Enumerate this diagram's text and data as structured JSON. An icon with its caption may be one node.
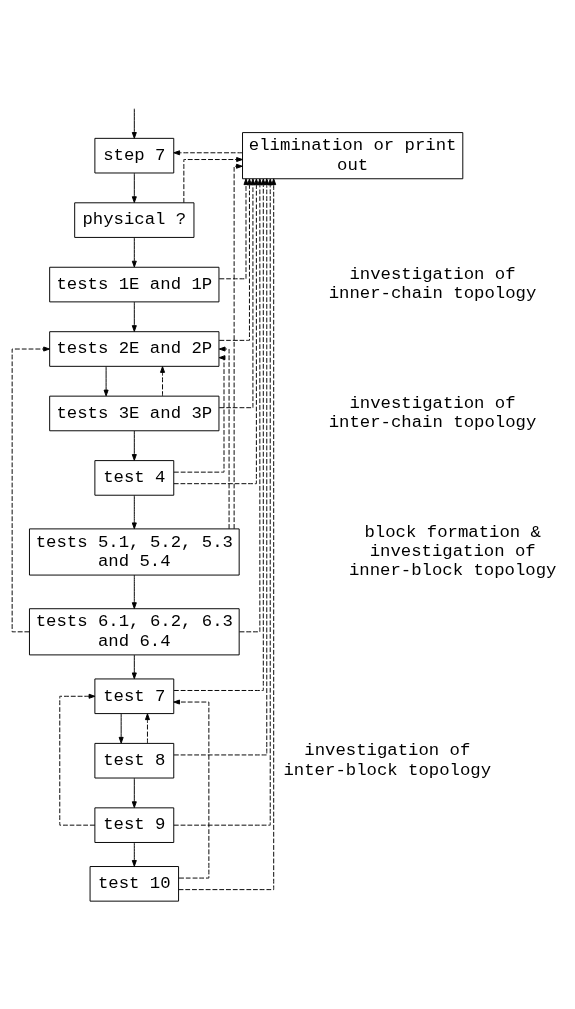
{
  "diagram": {
    "nodes": [
      {
        "text": [
          "step 7"
        ]
      },
      {
        "text": [
          "elimination or print out"
        ]
      },
      {
        "text": [
          "physical ?"
        ]
      },
      {
        "text": [
          "tests 1E and 1P"
        ]
      },
      {
        "text": [
          "tests 2E and 2P"
        ]
      },
      {
        "text": [
          "tests 3E and 3P"
        ]
      },
      {
        "text": [
          "test 4"
        ]
      },
      {
        "text": [
          "tests 5.1, 5.2, 5.3 and 5.4"
        ]
      },
      {
        "text": [
          "tests 6.1, 6.2, 6.3 and 6.4"
        ]
      },
      {
        "text": [
          "test 7"
        ]
      },
      {
        "text": [
          "test 8"
        ]
      },
      {
        "text": [
          "test 9"
        ]
      },
      {
        "text": [
          "test 10"
        ]
      }
    ],
    "edges": [
      {
        "from": null,
        "to": 0,
        "arrow": "to"
      },
      {
        "from": 0,
        "to": 2,
        "arrow": "to"
      },
      {
        "from": 2,
        "to": 3,
        "arrow": "to"
      },
      {
        "from": 3,
        "to": 4,
        "arrow": "to"
      },
      {
        "from": 4,
        "to": 5,
        "arrow": "to"
      },
      {
        "from": 5,
        "to": 6,
        "arrow": "to"
      },
      {
        "from": 6,
        "to": 7,
        "arrow": "to"
      },
      {
        "from": 7,
        "to": 8,
        "arrow": "to"
      },
      {
        "from": 8,
        "to": 9,
        "arrow": "to"
      },
      {
        "from": 9,
        "to": 10,
        "arrow": "to"
      },
      {
        "from": 10,
        "to": 11,
        "arrow": "to"
      },
      {
        "from": 11,
        "to": 12,
        "arrow": "to"
      },
      {
        "from": 1,
        "to": 0,
        "arrow": "to",
        "style": "dashed"
      },
      {
        "from": 2,
        "to": 1,
        "arrow": "to",
        "style": "dashed"
      },
      {
        "from": 3,
        "to": 1,
        "arrow": "to",
        "style": "dashed"
      },
      {
        "from": 4,
        "to": 1,
        "arrow": "to",
        "style": "dashed"
      },
      {
        "from": 5,
        "to": 1,
        "arrow": "to",
        "style": "dashed"
      },
      {
        "from": 6,
        "to": 1,
        "arrow": "to",
        "style": "dashed"
      },
      {
        "from": 7,
        "to": 1,
        "arrow": "to",
        "style": "dashed"
      },
      {
        "from": 8,
        "to": 1,
        "arrow": "to",
        "style": "dashed"
      },
      {
        "from": 9,
        "to": 1,
        "arrow": "to",
        "style": "dashed"
      },
      {
        "from": 10,
        "to": 1,
        "arrow": "to",
        "style": "dashed"
      },
      {
        "from": 11,
        "to": 1,
        "arrow": "to",
        "style": "dashed"
      },
      {
        "from": 12,
        "to": 1,
        "arrow": "to",
        "style": "dashed"
      },
      {
        "from": 5,
        "to": 4,
        "arrow": "to",
        "style": "dashed"
      },
      {
        "from": 6,
        "to": 4,
        "arrow": "to",
        "style": "dashed"
      },
      {
        "from": 7,
        "to": 4,
        "arrow": "to",
        "style": "dashed"
      },
      {
        "from": 8,
        "to": 4,
        "arrow": "to",
        "style": "dashed"
      },
      {
        "from": 10,
        "to": 9,
        "arrow": "to",
        "style": "dashed"
      },
      {
        "from": 11,
        "to": 9,
        "arrow": "to",
        "style": "dashed"
      },
      {
        "from": 12,
        "to": 9,
        "arrow": "to",
        "style": "dashed"
      }
    ],
    "labels": [
      "investigation of inner-chain topology",
      "investigation of inter-chain topology",
      "block formation & investigation of inner-block topology",
      "investigation of inter-block topology"
    ]
  }
}
